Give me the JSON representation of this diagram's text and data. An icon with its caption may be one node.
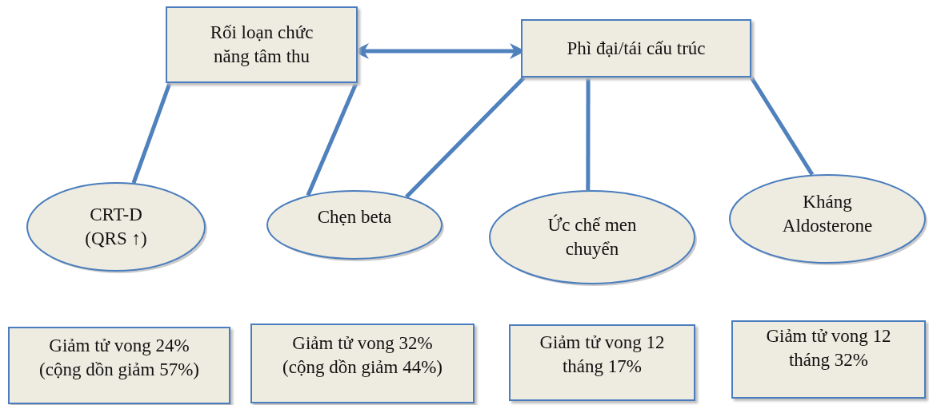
{
  "diagram": {
    "nodes": [
      {
        "text": [
          "Rối loạn chức năng tâm thu"
        ]
      },
      {
        "text": [
          "Phì đại/tái cấu trúc"
        ]
      },
      {
        "text": [
          "CRT-D (QRS ↑)"
        ]
      },
      {
        "text": [
          "Chẹn beta"
        ]
      },
      {
        "text": [
          "Ức chế men chuyển"
        ]
      },
      {
        "text": [
          "Kháng Aldosterone"
        ]
      },
      {
        "text": [
          "Giảm tử vong 24% (cộng dồn giảm 57%)"
        ]
      },
      {
        "text": [
          "Giảm tử vong 32% (cộng dồn giảm 44%)"
        ]
      },
      {
        "text": [
          "Giảm tử vong 12 tháng 17%"
        ]
      },
      {
        "text": [
          "Giảm tử vong  12 tháng 32%"
        ]
      }
    ],
    "edges": [
      {
        "from": 0,
        "to": 1,
        "arrow": "both"
      },
      {
        "from": 0,
        "to": 2,
        "arrow": "none"
      },
      {
        "from": 0,
        "to": 3,
        "arrow": "none"
      },
      {
        "from": 1,
        "to": 3,
        "arrow": "none"
      },
      {
        "from": 1,
        "to": 4,
        "arrow": "none"
      },
      {
        "from": 1,
        "to": 5,
        "arrow": "none"
      }
    ]
  }
}
